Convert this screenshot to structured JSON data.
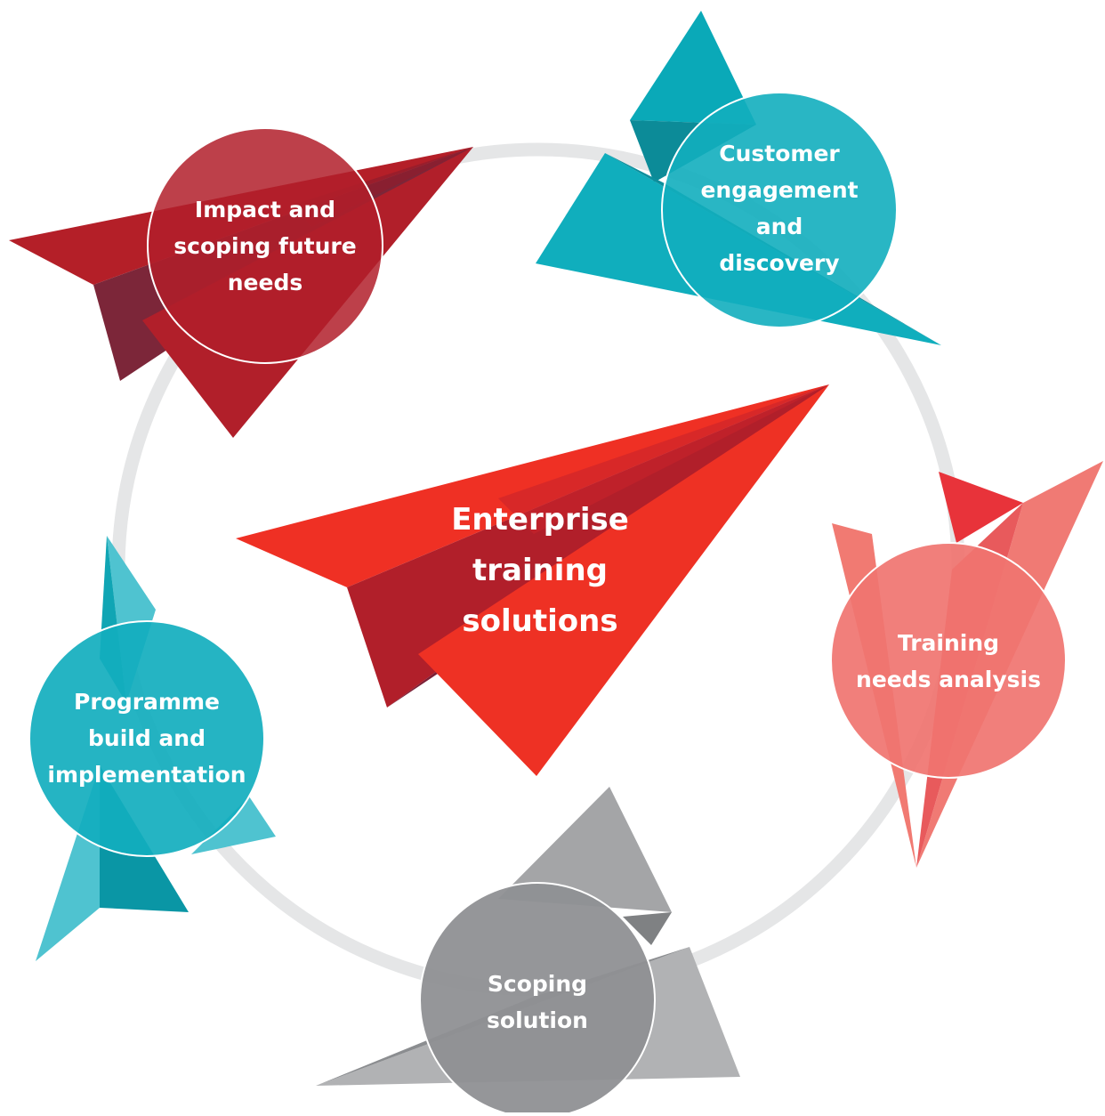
{
  "center": {
    "lines": [
      "Enterprise",
      "training",
      "solutions"
    ]
  },
  "nodes": [
    {
      "id": "impact",
      "lines": [
        "Impact and",
        "scoping future",
        "needs"
      ]
    },
    {
      "id": "customer",
      "lines": [
        "Customer",
        "engagement",
        "and",
        "discovery"
      ]
    },
    {
      "id": "training",
      "lines": [
        "Training",
        "needs analysis"
      ]
    },
    {
      "id": "scoping",
      "lines": [
        "Scoping",
        "solution"
      ]
    },
    {
      "id": "programme",
      "lines": [
        "Programme",
        "build and",
        "implementation"
      ]
    }
  ],
  "colors": {
    "ring": "#e5e6e7",
    "red_center": "#ee3124",
    "dark_red": "#b11f2a",
    "teal": "#12aebe",
    "salmon": "#f07470",
    "gray": "#a5a6a8",
    "white": "#ffffff"
  }
}
